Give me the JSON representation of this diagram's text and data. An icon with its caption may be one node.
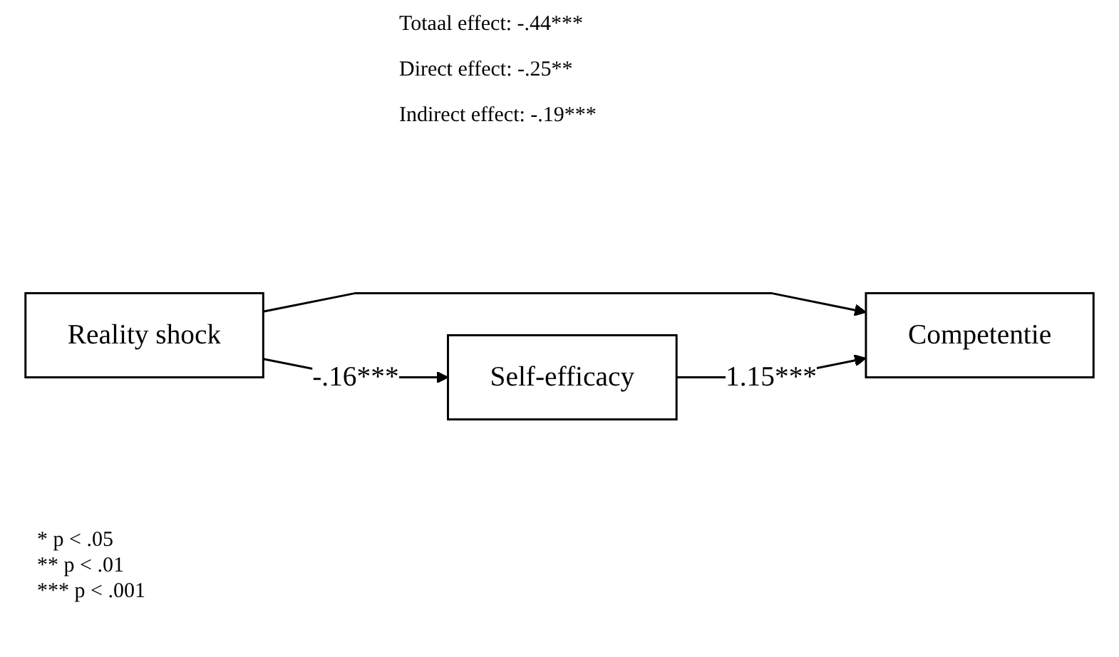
{
  "diagram": {
    "nodes": [
      {
        "text": [
          "Reality shock"
        ]
      },
      {
        "text": [
          "Competentie"
        ]
      },
      {
        "text": [
          "Self-efficacy"
        ]
      }
    ],
    "edges": [
      {
        "from": 0,
        "to": 1,
        "arrow": "to"
      },
      {
        "from": 0,
        "to": 2,
        "arrow": "to",
        "label": "-.16***"
      },
      {
        "from": 2,
        "to": 1,
        "arrow": "to",
        "label": "1.15***"
      }
    ],
    "labels": [
      "Totaal effect: -.44***",
      "Direct effect: -.25**",
      "Indirect effect: -.19***",
      "* p < .05",
      "** p < .01",
      "*** p < .001"
    ]
  }
}
